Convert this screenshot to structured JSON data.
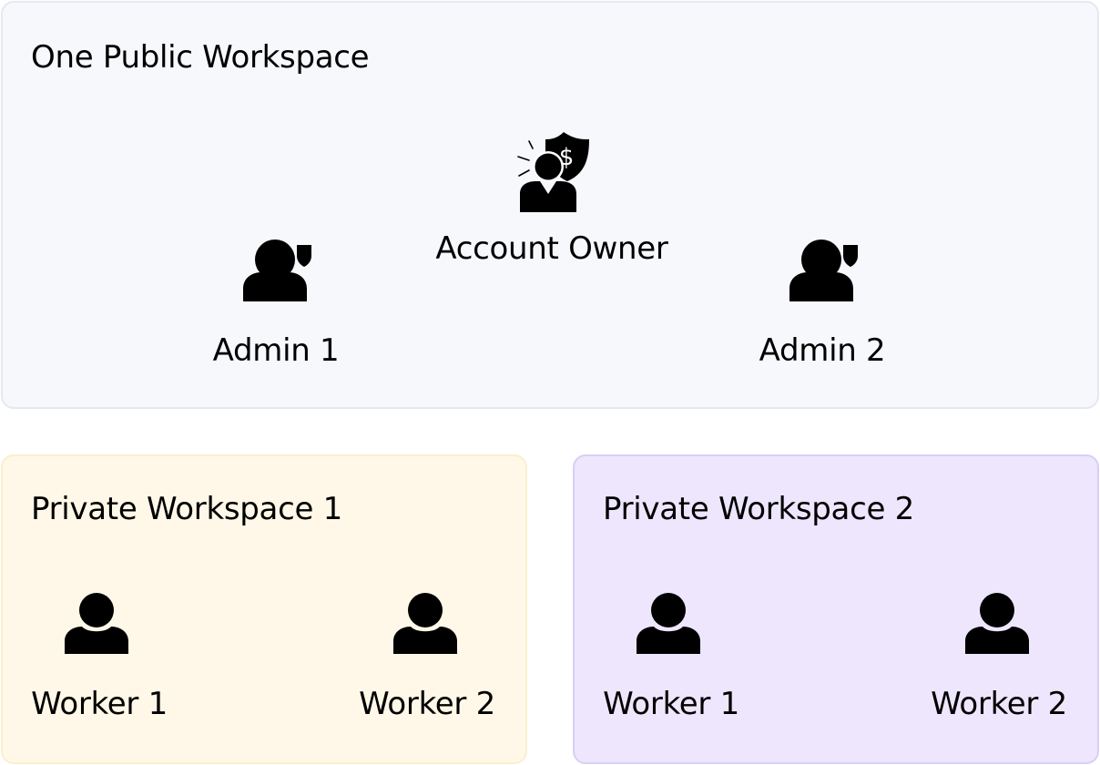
{
  "public_workspace": {
    "title": "One Public Workspace",
    "account_owner": {
      "label": "Account Owner",
      "icon": "account-owner-icon"
    },
    "admins": [
      {
        "label": "Admin 1",
        "icon": "admin-user-icon"
      },
      {
        "label": "Admin 2",
        "icon": "admin-user-icon"
      }
    ]
  },
  "private_workspaces": [
    {
      "title": "Private Workspace 1",
      "color": "#fff8e8",
      "workers": [
        {
          "label": "Worker 1",
          "icon": "user-icon"
        },
        {
          "label": "Worker 2",
          "icon": "user-icon"
        }
      ]
    },
    {
      "title": "Private Workspace 2",
      "color": "#ede6fc",
      "workers": [
        {
          "label": "Worker 1",
          "icon": "user-icon"
        },
        {
          "label": "Worker 2",
          "icon": "user-icon"
        }
      ]
    }
  ]
}
